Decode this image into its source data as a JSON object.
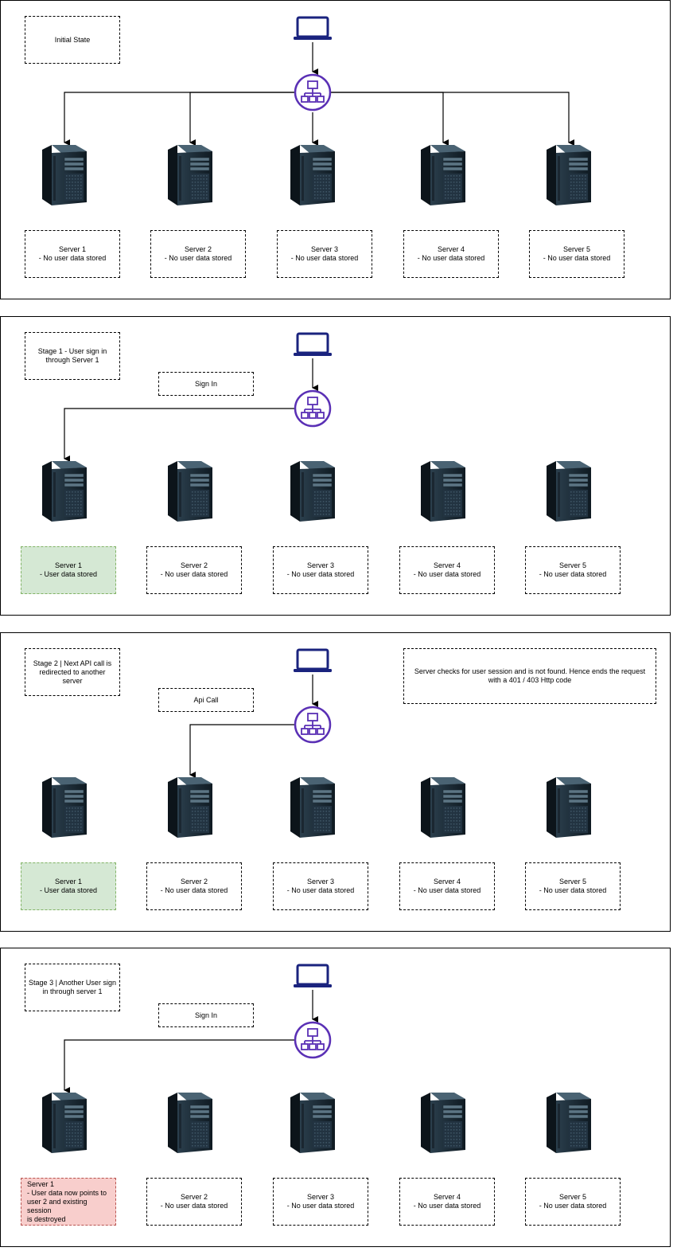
{
  "panels": [
    {
      "title": "Initial State",
      "target": "all",
      "request_label": "",
      "note": "",
      "servers": [
        {
          "label": "Server 1\n- No user data stored",
          "state": "none"
        },
        {
          "label": "Server 2\n- No user data stored",
          "state": "none"
        },
        {
          "label": "Server 3\n- No user data stored",
          "state": "none"
        },
        {
          "label": "Server 4\n- No user data stored",
          "state": "none"
        },
        {
          "label": "Server 5\n- No user data stored",
          "state": "none"
        }
      ]
    },
    {
      "title": "Stage 1 - User sign in\nthrough Server 1",
      "target": 0,
      "request_label": "Sign In",
      "note": "",
      "servers": [
        {
          "label": "Server 1\n- User data stored",
          "state": "stored"
        },
        {
          "label": "Server 2\n- No user data stored",
          "state": "none"
        },
        {
          "label": "Server 3\n- No user data stored",
          "state": "none"
        },
        {
          "label": "Server 4\n- No user data stored",
          "state": "none"
        },
        {
          "label": "Server 5\n- No user data stored",
          "state": "none"
        }
      ]
    },
    {
      "title": "Stage 2 | Next API call is\nredirected to another server",
      "target": 1,
      "request_label": "Api Call",
      "note": "Server checks for user session and is not found. Hence ends the request\nwith a 401 / 403 Http code",
      "servers": [
        {
          "label": "Server 1\n- User data stored",
          "state": "stored"
        },
        {
          "label": "Server 2\n- No user data stored",
          "state": "none"
        },
        {
          "label": "Server 3\n- No user data stored",
          "state": "none"
        },
        {
          "label": "Server 4\n- No user data stored",
          "state": "none"
        },
        {
          "label": "Server 5\n- No user data stored",
          "state": "none"
        }
      ]
    },
    {
      "title": "Stage 3 | Another User sign\nin through server 1",
      "target": 0,
      "request_label": "Sign In",
      "note": "",
      "servers": [
        {
          "label": "Server 1\n- User data now points to\nuser 2 and existing session\nis destroyed",
          "state": "overwritten"
        },
        {
          "label": "Server 2\n- No user data stored",
          "state": "none"
        },
        {
          "label": "Server 3\n- No user data stored",
          "state": "none"
        },
        {
          "label": "Server 4\n- No user data stored",
          "state": "none"
        },
        {
          "label": "Server 5\n- No user data stored",
          "state": "none"
        }
      ]
    }
  ],
  "colors": {
    "laptop": "#1a237e",
    "load_balancer": "#5a30b5",
    "stored_fill": "#d5e8d4",
    "stored_border": "#82b366",
    "overwritten_fill": "#f8cecc",
    "overwritten_border": "#b85450"
  },
  "icons": {
    "client": "laptop-icon",
    "balancer": "load-balancer-icon",
    "server": "server-tower-icon"
  }
}
